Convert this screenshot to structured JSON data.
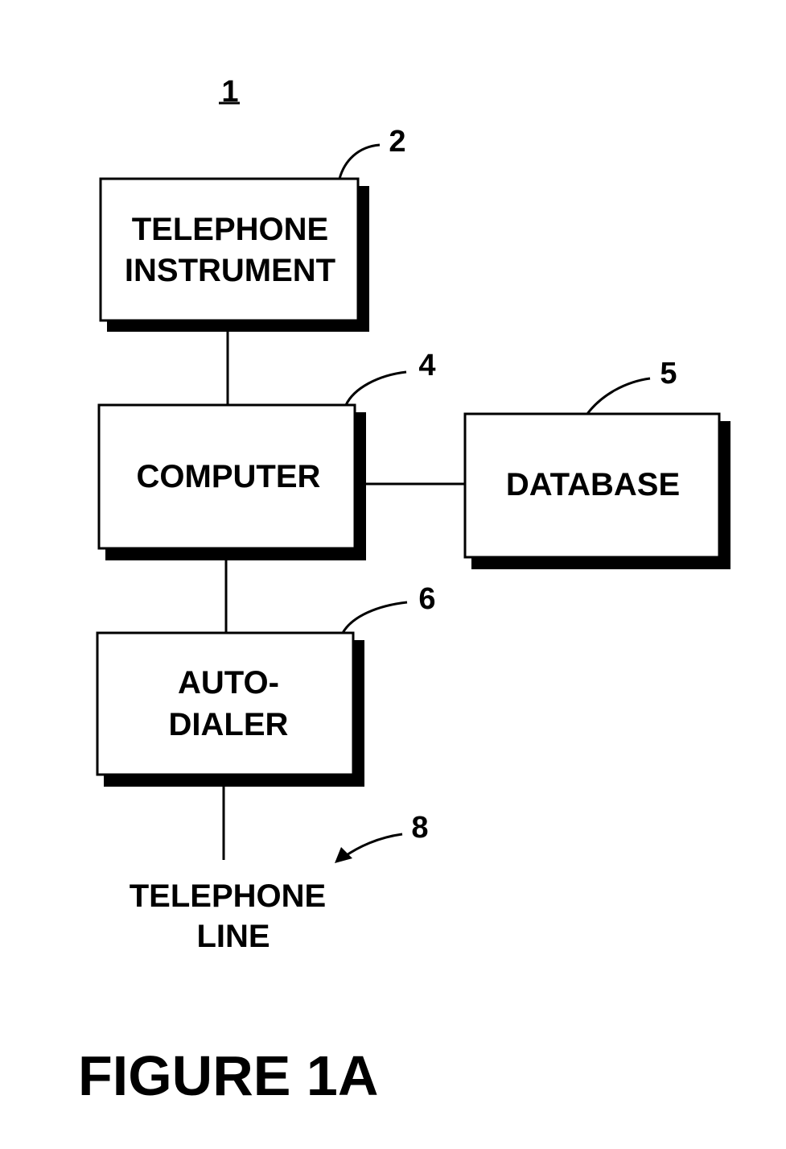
{
  "diagram": {
    "system_ref": "1",
    "telephone_instrument": {
      "ref": "2",
      "label_line1": "TELEPHONE",
      "label_line2": "INSTRUMENT"
    },
    "computer": {
      "ref": "4",
      "label": "COMPUTER"
    },
    "database": {
      "ref": "5",
      "label": "DATABASE"
    },
    "auto_dialer": {
      "ref": "6",
      "label_line1": "AUTO-",
      "label_line2": "DIALER"
    },
    "telephone_line": {
      "ref": "8",
      "label_line1": "TELEPHONE",
      "label_line2": "LINE"
    },
    "figure_title": "FIGURE 1A"
  },
  "colors": {
    "ink": "#000000",
    "paper": "#ffffff"
  }
}
